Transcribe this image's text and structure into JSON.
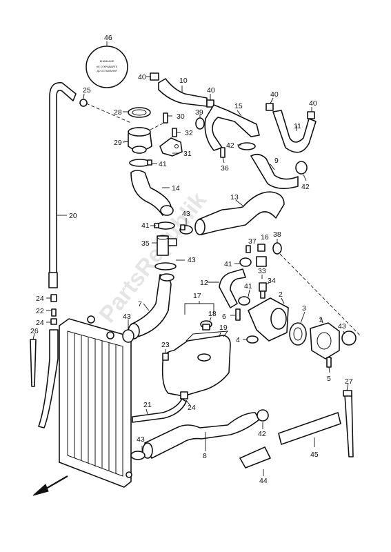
{
  "watermark": "PartsRepublik",
  "cap_label": {
    "line1": "ВНИМАНИЕ",
    "line2": "НЕ ОТКРЫВАЙТЕ",
    "line3": "ДО ОСТЫВАНИЯ"
  },
  "callouts": {
    "p1": "1",
    "p2": "2",
    "p3": "3",
    "p4": "4",
    "p5": "5",
    "p6": "6",
    "p7": "7",
    "p8": "8",
    "p9": "9",
    "p10": "10",
    "p11": "11",
    "p12": "12",
    "p13": "13",
    "p14": "14",
    "p15": "15",
    "p16": "16",
    "p17": "17",
    "p18": "18",
    "p19": "19",
    "p20": "20",
    "p21": "21",
    "p22": "22",
    "p23": "23",
    "p24a": "24",
    "p24b": "24",
    "p24c": "24",
    "p25": "25",
    "p26": "26",
    "p27": "27",
    "p28": "28",
    "p29": "29",
    "p30": "30",
    "p31": "31",
    "p32": "32",
    "p33": "33",
    "p34": "34",
    "p35": "35",
    "p36": "36",
    "p37": "37",
    "p38": "38",
    "p39": "39",
    "p40a": "40",
    "p40b": "40",
    "p40c": "40",
    "p40d": "40",
    "p41a": "41",
    "p41b": "41",
    "p41c": "41",
    "p41d": "41",
    "p42a": "42",
    "p42b": "42",
    "p42c": "42",
    "p43a": "43",
    "p43b": "43",
    "p43c": "43",
    "p43d": "43",
    "p43e": "43",
    "p44": "44",
    "p45": "45",
    "p46": "46"
  }
}
